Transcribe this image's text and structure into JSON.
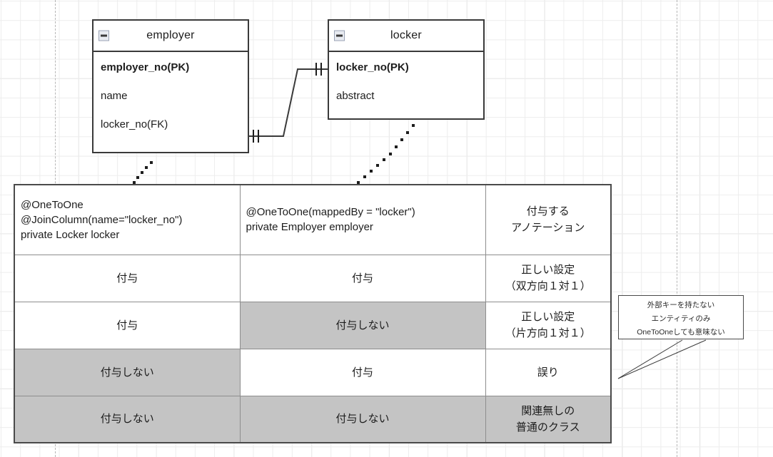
{
  "diagram": {
    "entities": [
      {
        "name": "employer",
        "icon": "collapse-minus-icon",
        "attributes": [
          {
            "label": "employer_no(PK)",
            "key": true
          },
          {
            "label": "name",
            "key": false
          },
          {
            "label": "locker_no(FK)",
            "key": false
          }
        ]
      },
      {
        "name": "locker",
        "icon": "collapse-minus-icon",
        "attributes": [
          {
            "label": "locker_no(PK)",
            "key": true
          },
          {
            "label": "abstract",
            "key": false
          }
        ]
      }
    ],
    "relationship": {
      "notation": "one-to-one",
      "from": "employer.locker_no(FK)",
      "to": "locker.locker_no(PK)"
    }
  },
  "matrix": {
    "headers": [
      "@OneToOne\n@JoinColumn(name=\"locker_no\")\nprivate Locker locker",
      "@OneToOne(mappedBy = \"locker\")\nprivate Employer employer",
      "付与する\nアノテーション"
    ],
    "rows": [
      {
        "cells": [
          {
            "text": "付与",
            "gray": false,
            "red": false
          },
          {
            "text": "付与",
            "gray": false,
            "red": false
          },
          {
            "text": "正しい設定\n（双方向１対１）",
            "gray": false,
            "red": false
          }
        ]
      },
      {
        "cells": [
          {
            "text": "付与",
            "gray": false,
            "red": false
          },
          {
            "text": "付与しない",
            "gray": true,
            "red": false
          },
          {
            "text": "正しい設定\n（片方向１対１）",
            "gray": false,
            "red": false
          }
        ]
      },
      {
        "cells": [
          {
            "text": "付与しない",
            "gray": true,
            "red": true
          },
          {
            "text": "付与",
            "gray": false,
            "red": true
          },
          {
            "text": "誤り",
            "gray": false,
            "red": true
          }
        ]
      },
      {
        "cells": [
          {
            "text": "付与しない",
            "gray": true,
            "red": false
          },
          {
            "text": "付与しない",
            "gray": true,
            "red": false
          },
          {
            "text": "関連無しの\n普通のクラス",
            "gray": true,
            "red": false
          }
        ]
      }
    ]
  },
  "callout": {
    "lines": [
      "外部キーを持たない",
      "エンティティのみ",
      "OneToOneしても意味ない"
    ]
  },
  "colors": {
    "red": "#ff4040",
    "gray_fill": "#c4c4c4",
    "border": "#4a4a4a",
    "grid": "#ededed"
  }
}
